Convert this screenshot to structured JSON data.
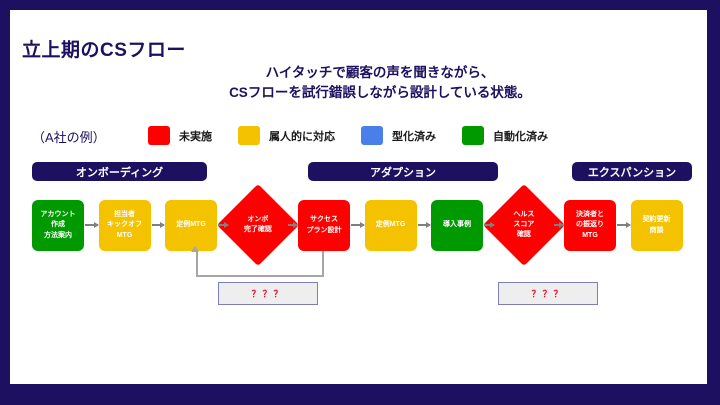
{
  "slide": {
    "title": "立上期のCSフロー",
    "subtitle_lines": [
      "ハイタッチで顧客の声を聞きながら、",
      "CSフローを試行錯誤しながら設計している状態。"
    ],
    "example_caption": "（A社の例）",
    "colors": {
      "border_navy": "#1e1060",
      "canvas": "#ffffff",
      "status_not_implemented": "#ff0000",
      "status_manual": "#f5c200",
      "status_templated": "#4a7ee8",
      "status_automated": "#009a00",
      "arrow_gray": "#808080",
      "qbox_border": "#7b7fb5",
      "qbox_fill": "#eeeeee",
      "qbox_text": "#e8112d"
    }
  },
  "legend": {
    "items": [
      {
        "label": "未実施",
        "color": "#ff0000",
        "swatch_name": "swatch-not-implemented"
      },
      {
        "label": "属人的に対応",
        "color": "#f5c200",
        "swatch_name": "swatch-manual"
      },
      {
        "label": "型化済み",
        "color": "#4a7ee8",
        "swatch_name": "swatch-templated"
      },
      {
        "label": "自動化済み",
        "color": "#009a00",
        "swatch_name": "swatch-automated"
      }
    ]
  },
  "phases": [
    {
      "label": "オンボーディング"
    },
    {
      "label": "アダプション"
    },
    {
      "label": "エクスパンション"
    }
  ],
  "flow": {
    "nodes": [
      {
        "name": "node-account-setup",
        "shape": "rect",
        "color": "#009a00",
        "lines": [
          "アカウント",
          "作成",
          "方法案内"
        ]
      },
      {
        "name": "node-kickoff-mtg",
        "shape": "rect",
        "color": "#f5c200",
        "lines": [
          "担当者",
          "キックオフ",
          "MTG"
        ]
      },
      {
        "name": "node-regular-mtg-1",
        "shape": "rect",
        "color": "#f5c200",
        "lines": [
          "定例MTG"
        ]
      },
      {
        "name": "node-onboarding-check",
        "shape": "diamond",
        "color": "#ff0000",
        "lines": [
          "オンボ",
          "完了確認"
        ]
      },
      {
        "name": "node-success-plan",
        "shape": "rect",
        "color": "#ff0000",
        "lines": [
          "サクセス",
          "プラン設計"
        ]
      },
      {
        "name": "node-regular-mtg-2",
        "shape": "rect",
        "color": "#f5c200",
        "lines": [
          "定例MTG"
        ]
      },
      {
        "name": "node-case-study",
        "shape": "rect",
        "color": "#009a00",
        "lines": [
          "導入事例"
        ]
      },
      {
        "name": "node-health-score",
        "shape": "diamond",
        "color": "#ff0000",
        "lines": [
          "ヘルス",
          "スコア",
          "確認"
        ]
      },
      {
        "name": "node-decider-review",
        "shape": "rect",
        "color": "#ff0000",
        "lines": [
          "決済者と",
          "の振返り",
          "MTG"
        ]
      },
      {
        "name": "node-renewal-meeting",
        "shape": "rect",
        "color": "#f5c200",
        "lines": [
          "契約更新",
          "商談"
        ]
      }
    ]
  },
  "annotations": {
    "question_boxes": [
      {
        "name": "question-box-onboarding",
        "text": "？？？"
      },
      {
        "name": "question-box-adoption",
        "text": "？？？"
      }
    ]
  }
}
